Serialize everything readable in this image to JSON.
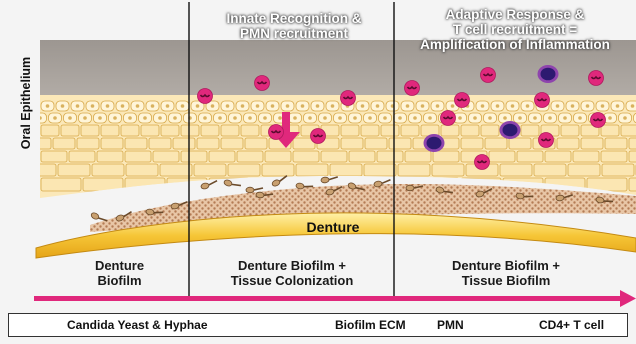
{
  "axis_label": "Oral Epithelium",
  "panels": [
    {
      "top": "",
      "bottom": [
        "Denture",
        "Biofilm"
      ]
    },
    {
      "top": [
        "Innate Recognition &",
        "PMN recruitment"
      ],
      "bottom": [
        "Denture Biofilm +",
        "Tissue Colonization"
      ]
    },
    {
      "top": [
        "Adaptive Response &",
        "T cell recruitment =",
        "Amplification of Inflammation"
      ],
      "bottom": [
        "Denture Biofilm +",
        "Tissue Biofilm"
      ]
    }
  ],
  "denture_label": "Denture",
  "legend": {
    "candida": "Candida Yeast & Hyphae",
    "ecm": "Biofilm ECM",
    "pmn": "PMN",
    "tcell": "CD4+ T cell"
  },
  "colors": {
    "connective_tissue": "#a7a19c",
    "epithelium": "#fbe8b8",
    "cell_outline": "#d7a94a",
    "denture": "#f2bd2c",
    "biofilm": "#d7ac8a",
    "pmn": "#e0287c",
    "tcell": "#4a2a8c",
    "arrow": "#e0287c"
  }
}
